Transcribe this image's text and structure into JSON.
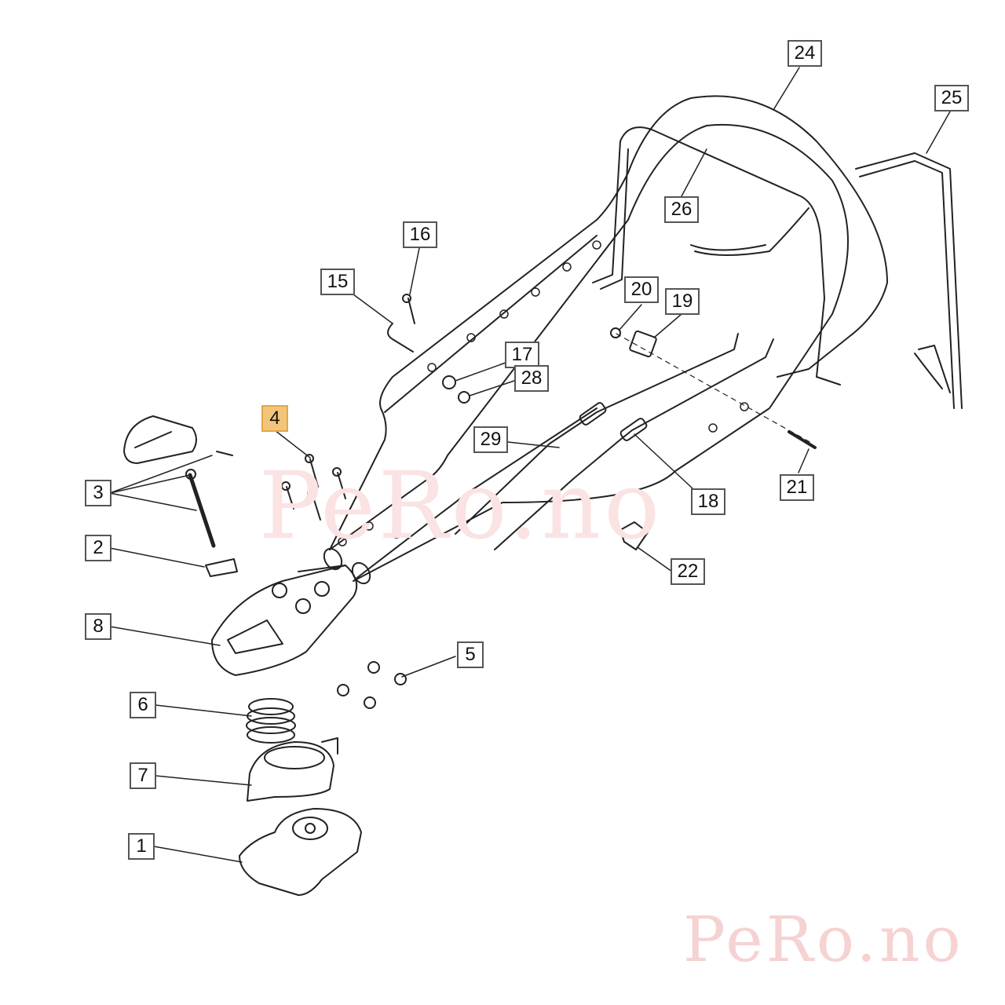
{
  "watermark": {
    "center": "PeRo.no",
    "corner": "PeRo.no"
  },
  "highlighted_part": "4",
  "callouts": [
    {
      "id": "c1",
      "label": "1"
    },
    {
      "id": "c2",
      "label": "2"
    },
    {
      "id": "c3",
      "label": "3"
    },
    {
      "id": "c4",
      "label": "4"
    },
    {
      "id": "c5",
      "label": "5"
    },
    {
      "id": "c6",
      "label": "6"
    },
    {
      "id": "c7",
      "label": "7"
    },
    {
      "id": "c8",
      "label": "8"
    },
    {
      "id": "c15",
      "label": "15"
    },
    {
      "id": "c16",
      "label": "16"
    },
    {
      "id": "c17",
      "label": "17"
    },
    {
      "id": "c18",
      "label": "18"
    },
    {
      "id": "c19",
      "label": "19"
    },
    {
      "id": "c20",
      "label": "20"
    },
    {
      "id": "c21",
      "label": "21"
    },
    {
      "id": "c22",
      "label": "22"
    },
    {
      "id": "c24",
      "label": "24"
    },
    {
      "id": "c25",
      "label": "25"
    },
    {
      "id": "c26",
      "label": "26"
    },
    {
      "id": "c28",
      "label": "28"
    },
    {
      "id": "c29",
      "label": "29"
    }
  ]
}
